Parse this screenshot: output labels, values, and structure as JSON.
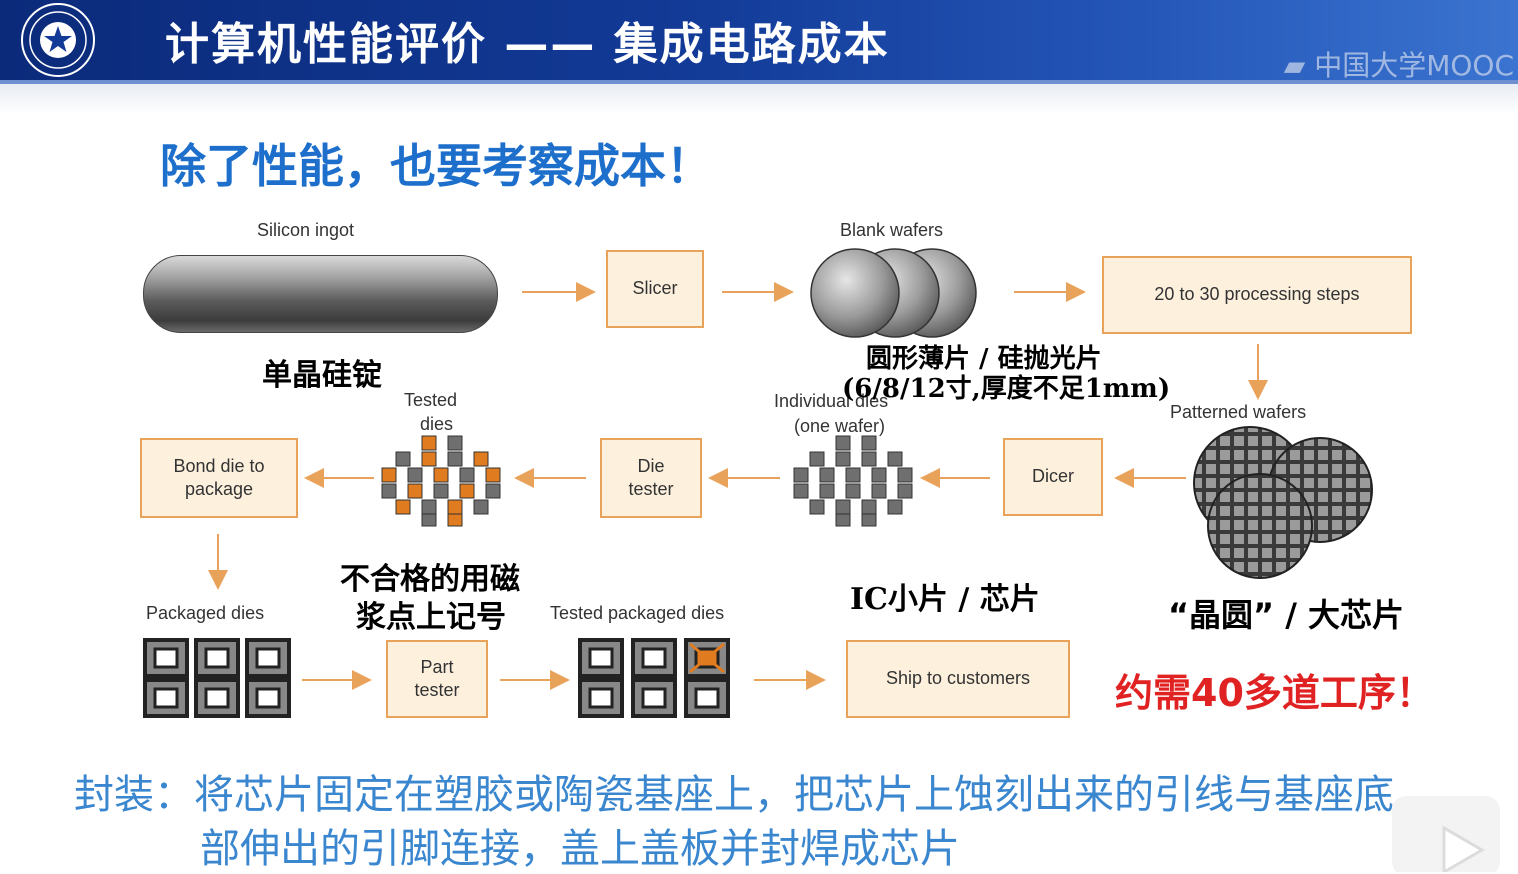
{
  "header": {
    "title": "计算机性能评价 —— 集成电路成本",
    "watermark": "中国大学MOOC"
  },
  "subtitle": "除了性能，也要考察成本！",
  "diagram": {
    "labels": {
      "silicon_ingot": "Silicon ingot",
      "blank_wafers": "Blank wafers",
      "patterned_wafers": "Patterned wafers",
      "individual_dies_line1": "Individual dies",
      "individual_dies_line2": "(one wafer)",
      "tested_dies_line1": "Tested",
      "tested_dies_line2": "dies",
      "packaged_dies": "Packaged dies",
      "tested_packaged_dies": "Tested packaged dies"
    },
    "boxes": {
      "slicer": "Slicer",
      "processing": "20 to 30 processing steps",
      "dicer": "Dicer",
      "die_tester": "Die\ntester",
      "bond": "Bond die to\npackage",
      "part_tester": "Part\ntester",
      "ship": "Ship to customers"
    },
    "annotations": {
      "ingot_cn": "单晶硅锭",
      "wafer_cn_line1": "圆形薄片 / 硅抛光片",
      "wafer_cn_line2": "(6/8/12寸,厚度不足1mm)",
      "ic_cn": "IC小片 / 芯片",
      "bad_line1": "不合格的用磁",
      "bad_line2": "浆点上记号",
      "wafer_big_cn": "“晶圆” / 大芯片"
    }
  },
  "red_note": "约需40多道工序！",
  "note": {
    "line1": "封装：将芯片固定在塑胶或陶瓷基座上，把芯片上蚀刻出来的引线与基座底",
    "line2": "部伸出的引脚连接，盖上盖板并封焊成芯片"
  },
  "colors": {
    "header_bg": "#123a96",
    "subtitle": "#1e6fcc",
    "box_fill": "#fdf1de",
    "box_border": "#e8a25a",
    "arrow": "#e8a25a",
    "red_note": "#e02222",
    "note_text": "#3a86cf",
    "bad_die": "#e07b1f",
    "good_die": "#6f6f6f"
  },
  "icons": [
    "university-logo-icon",
    "mooc-logo-icon",
    "play-icon"
  ]
}
